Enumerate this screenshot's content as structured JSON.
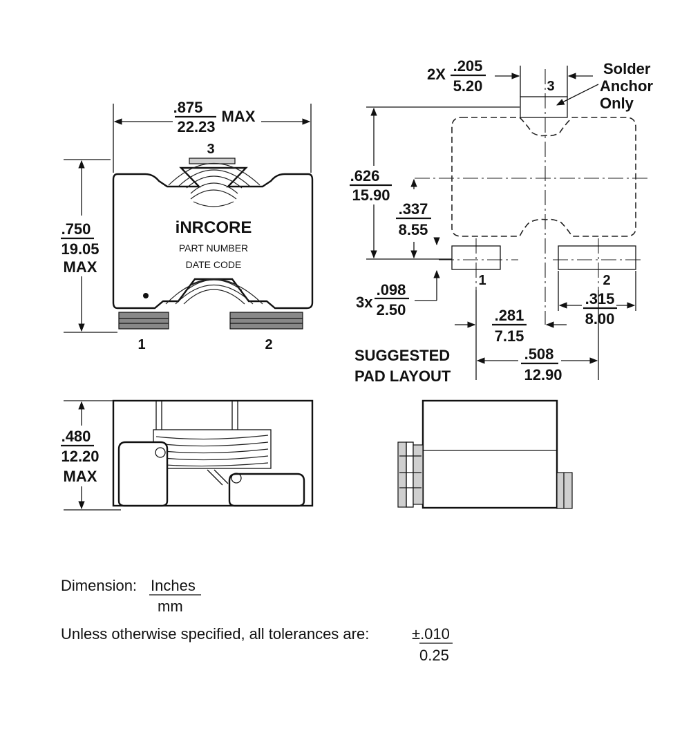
{
  "top_view": {
    "width": {
      "inches": ".875",
      "mm": "22.23",
      "suffix": "MAX"
    },
    "height": {
      "inches": ".750",
      "mm": "19.05",
      "suffix": "MAX"
    },
    "brand": "iNRCORE",
    "marking_line1": "PART NUMBER",
    "marking_line2": "DATE CODE",
    "pin_top": "3",
    "pin_left": "1",
    "pin_right": "2"
  },
  "side_view": {
    "height": {
      "inches": ".480",
      "mm": "12.20",
      "suffix": "MAX"
    }
  },
  "pad_layout": {
    "title_line1": "SUGGESTED",
    "title_line2": "PAD LAYOUT",
    "anchor_width": {
      "prefix": "2X",
      "inches": ".205",
      "mm": "5.20"
    },
    "anchor_note": [
      "Solder",
      "Anchor",
      "Only"
    ],
    "pin_top": "3",
    "pin_1": "1",
    "pin_2": "2",
    "overall_height": {
      "inches": ".626",
      "mm": "15.90"
    },
    "center_height": {
      "inches": ".337",
      "mm": "8.55"
    },
    "pad_height": {
      "prefix": "3x",
      "inches": ".098",
      "mm": "2.50"
    },
    "pad1_offset": {
      "inches": ".281",
      "mm": "7.15"
    },
    "pad2_width": {
      "inches": ".315",
      "mm": "8.00"
    },
    "pad_spacing": {
      "inches": ".508",
      "mm": "12.90"
    }
  },
  "notes": {
    "dimension_label": "Dimension:",
    "dimension_unit_top": "Inches",
    "dimension_unit_bottom": "mm",
    "tolerance_text": "Unless otherwise specified, all tolerances are:",
    "tolerance_top": "±.010",
    "tolerance_bottom": "0.25"
  }
}
